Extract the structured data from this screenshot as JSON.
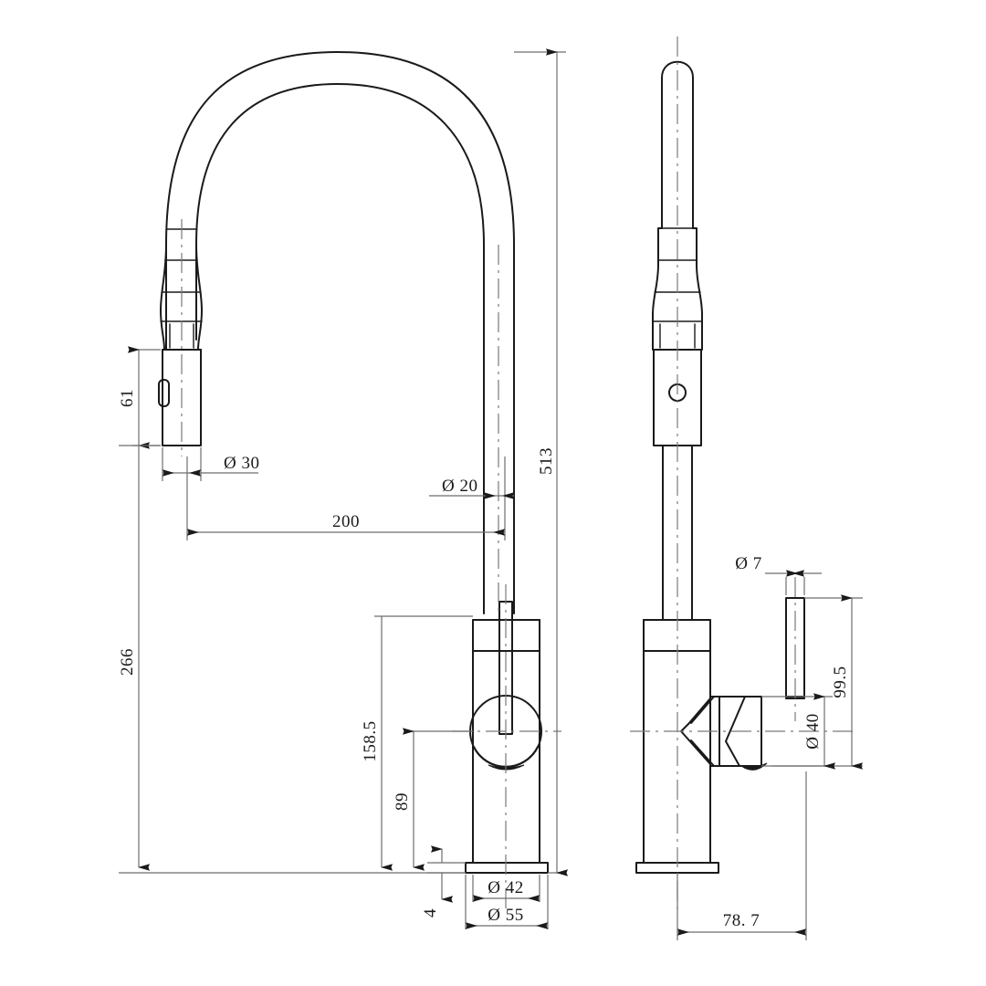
{
  "drawing": {
    "title": "Kitchen Mixer Tap Technical Dimension Drawing",
    "views": {
      "front": "front-elevation",
      "side": "side-elevation"
    },
    "line_color": "#1a1a1a",
    "dim_color": "#6e6e6e",
    "center_color": "#7a7a7a",
    "background": "#ffffff"
  },
  "dimensions": {
    "spray_head_height": "61",
    "spray_head_dia": "Ø 30",
    "spout_tube_dia": "Ø 20",
    "spout_reach": "200",
    "overall_height": "513",
    "spout_outlet_height": "266",
    "body_height_to_handle_top": "158.5",
    "handle_axis_height": "89",
    "base_plate_thickness": "4",
    "base_boss_dia": "Ø 42",
    "base_plate_dia": "Ø 55",
    "lever_stem_dia": "Ø 7",
    "lever_height": "99.5",
    "handle_hub_dia": "Ø 40",
    "side_projection": "78. 7"
  }
}
